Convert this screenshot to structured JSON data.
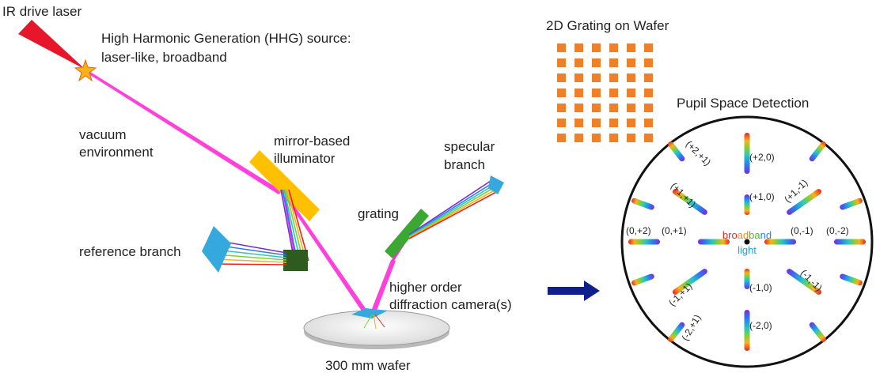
{
  "setup": {
    "laser_label": "IR drive laser",
    "hhg_label_line1": "High Harmonic Generation (HHG) source:",
    "hhg_label_line2": "laser-like, broadband",
    "vacuum_label_line1": "vacuum",
    "vacuum_label_line2": "environment",
    "mirror_label_line1": "mirror-based",
    "mirror_label_line2": "illuminator",
    "specular_label_line1": "specular",
    "specular_label_line2": "branch",
    "grating_label": "grating",
    "reference_label": "reference branch",
    "camera_label_line1": "higher order",
    "camera_label_line2": "diffraction camera(s)",
    "wafer_label": "300 mm wafer"
  },
  "grating_panel": {
    "title": "2D Grating on Wafer",
    "rows": 7,
    "cols": 6,
    "color": "#f07f2a"
  },
  "pupil": {
    "title": "Pupil Space Detection",
    "center_label_line1": "broadband",
    "center_label_line2": "light",
    "orders": [
      "(+2,0)",
      "(+1,0)",
      "(-1,0)",
      "(-2,0)",
      "(0,+1)",
      "(0,+2)",
      "(0,-1)",
      "(0,-2)",
      "(+1,+1)",
      "(+2,+1)",
      "(+1,-1)",
      "(-1,-1)",
      "(-1,+1)",
      "(-2,+1)"
    ]
  },
  "colors": {
    "beam": "#ff2bd6",
    "laser": "#e8162a",
    "mirror": "#ffc000",
    "grating": "#3aa832",
    "detector": "#35a9dd",
    "reference_block": "#2e5c1f",
    "arrow": "#0f1f8c"
  }
}
